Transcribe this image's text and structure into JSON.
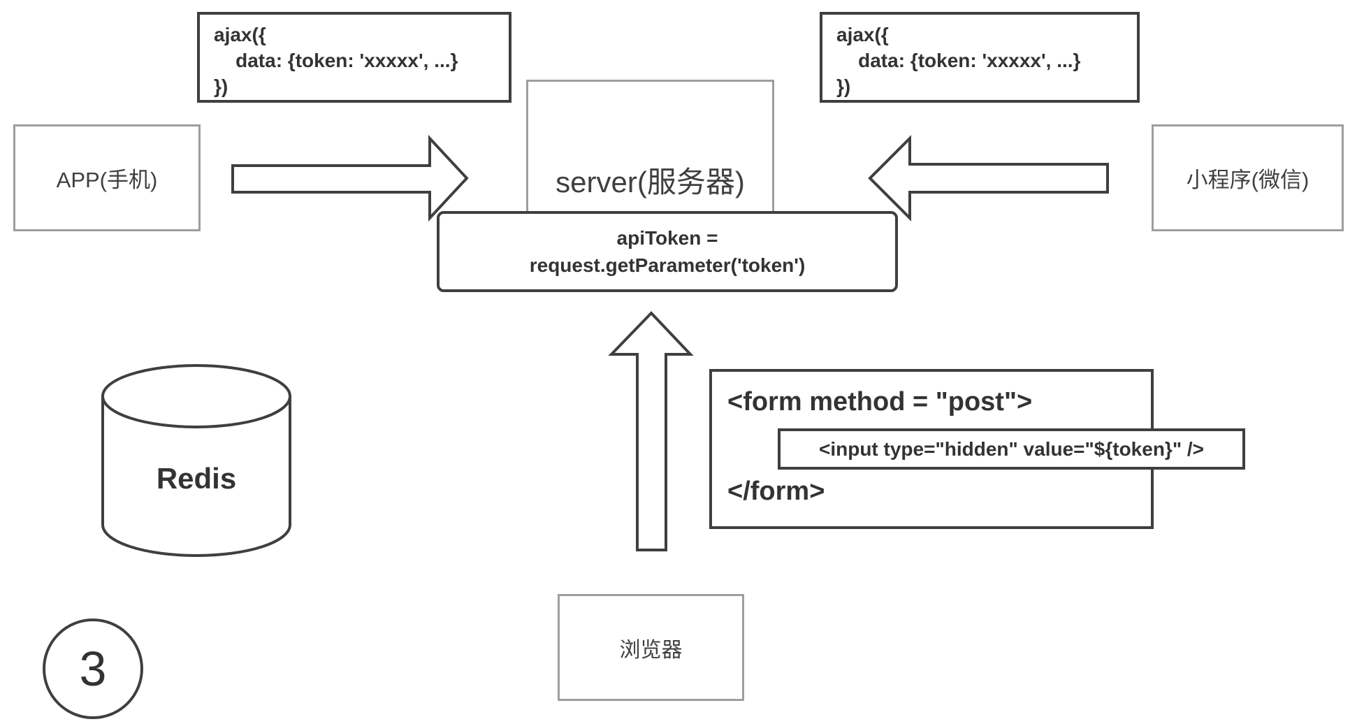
{
  "colors": {
    "dark_border": "#3f3f3f",
    "light_border": "#9e9e9e",
    "text": "#333333",
    "background": "#ffffff"
  },
  "ajax_left": {
    "lines": [
      "ajax({",
      "    data: {token: 'xxxxx', ...}",
      "})"
    ]
  },
  "ajax_right": {
    "lines": [
      "ajax({",
      "    data: {token: 'xxxxx', ...}",
      "})"
    ]
  },
  "app_box": {
    "label": "APP(手机)"
  },
  "server_box": {
    "label": "server(服务器)"
  },
  "miniprogram_box": {
    "label": "小程序(微信)"
  },
  "api_token_box": {
    "lines": [
      "apiToken =",
      "request.getParameter('token')"
    ]
  },
  "form_box": {
    "open_tag": "<form method = \"post\">",
    "input_tag": "<input type=\"hidden\" value=\"${token}\" />",
    "close_tag": "</form>"
  },
  "redis": {
    "label": "Redis"
  },
  "browser_box": {
    "label": "浏览器"
  },
  "step_badge": {
    "number": "3"
  }
}
